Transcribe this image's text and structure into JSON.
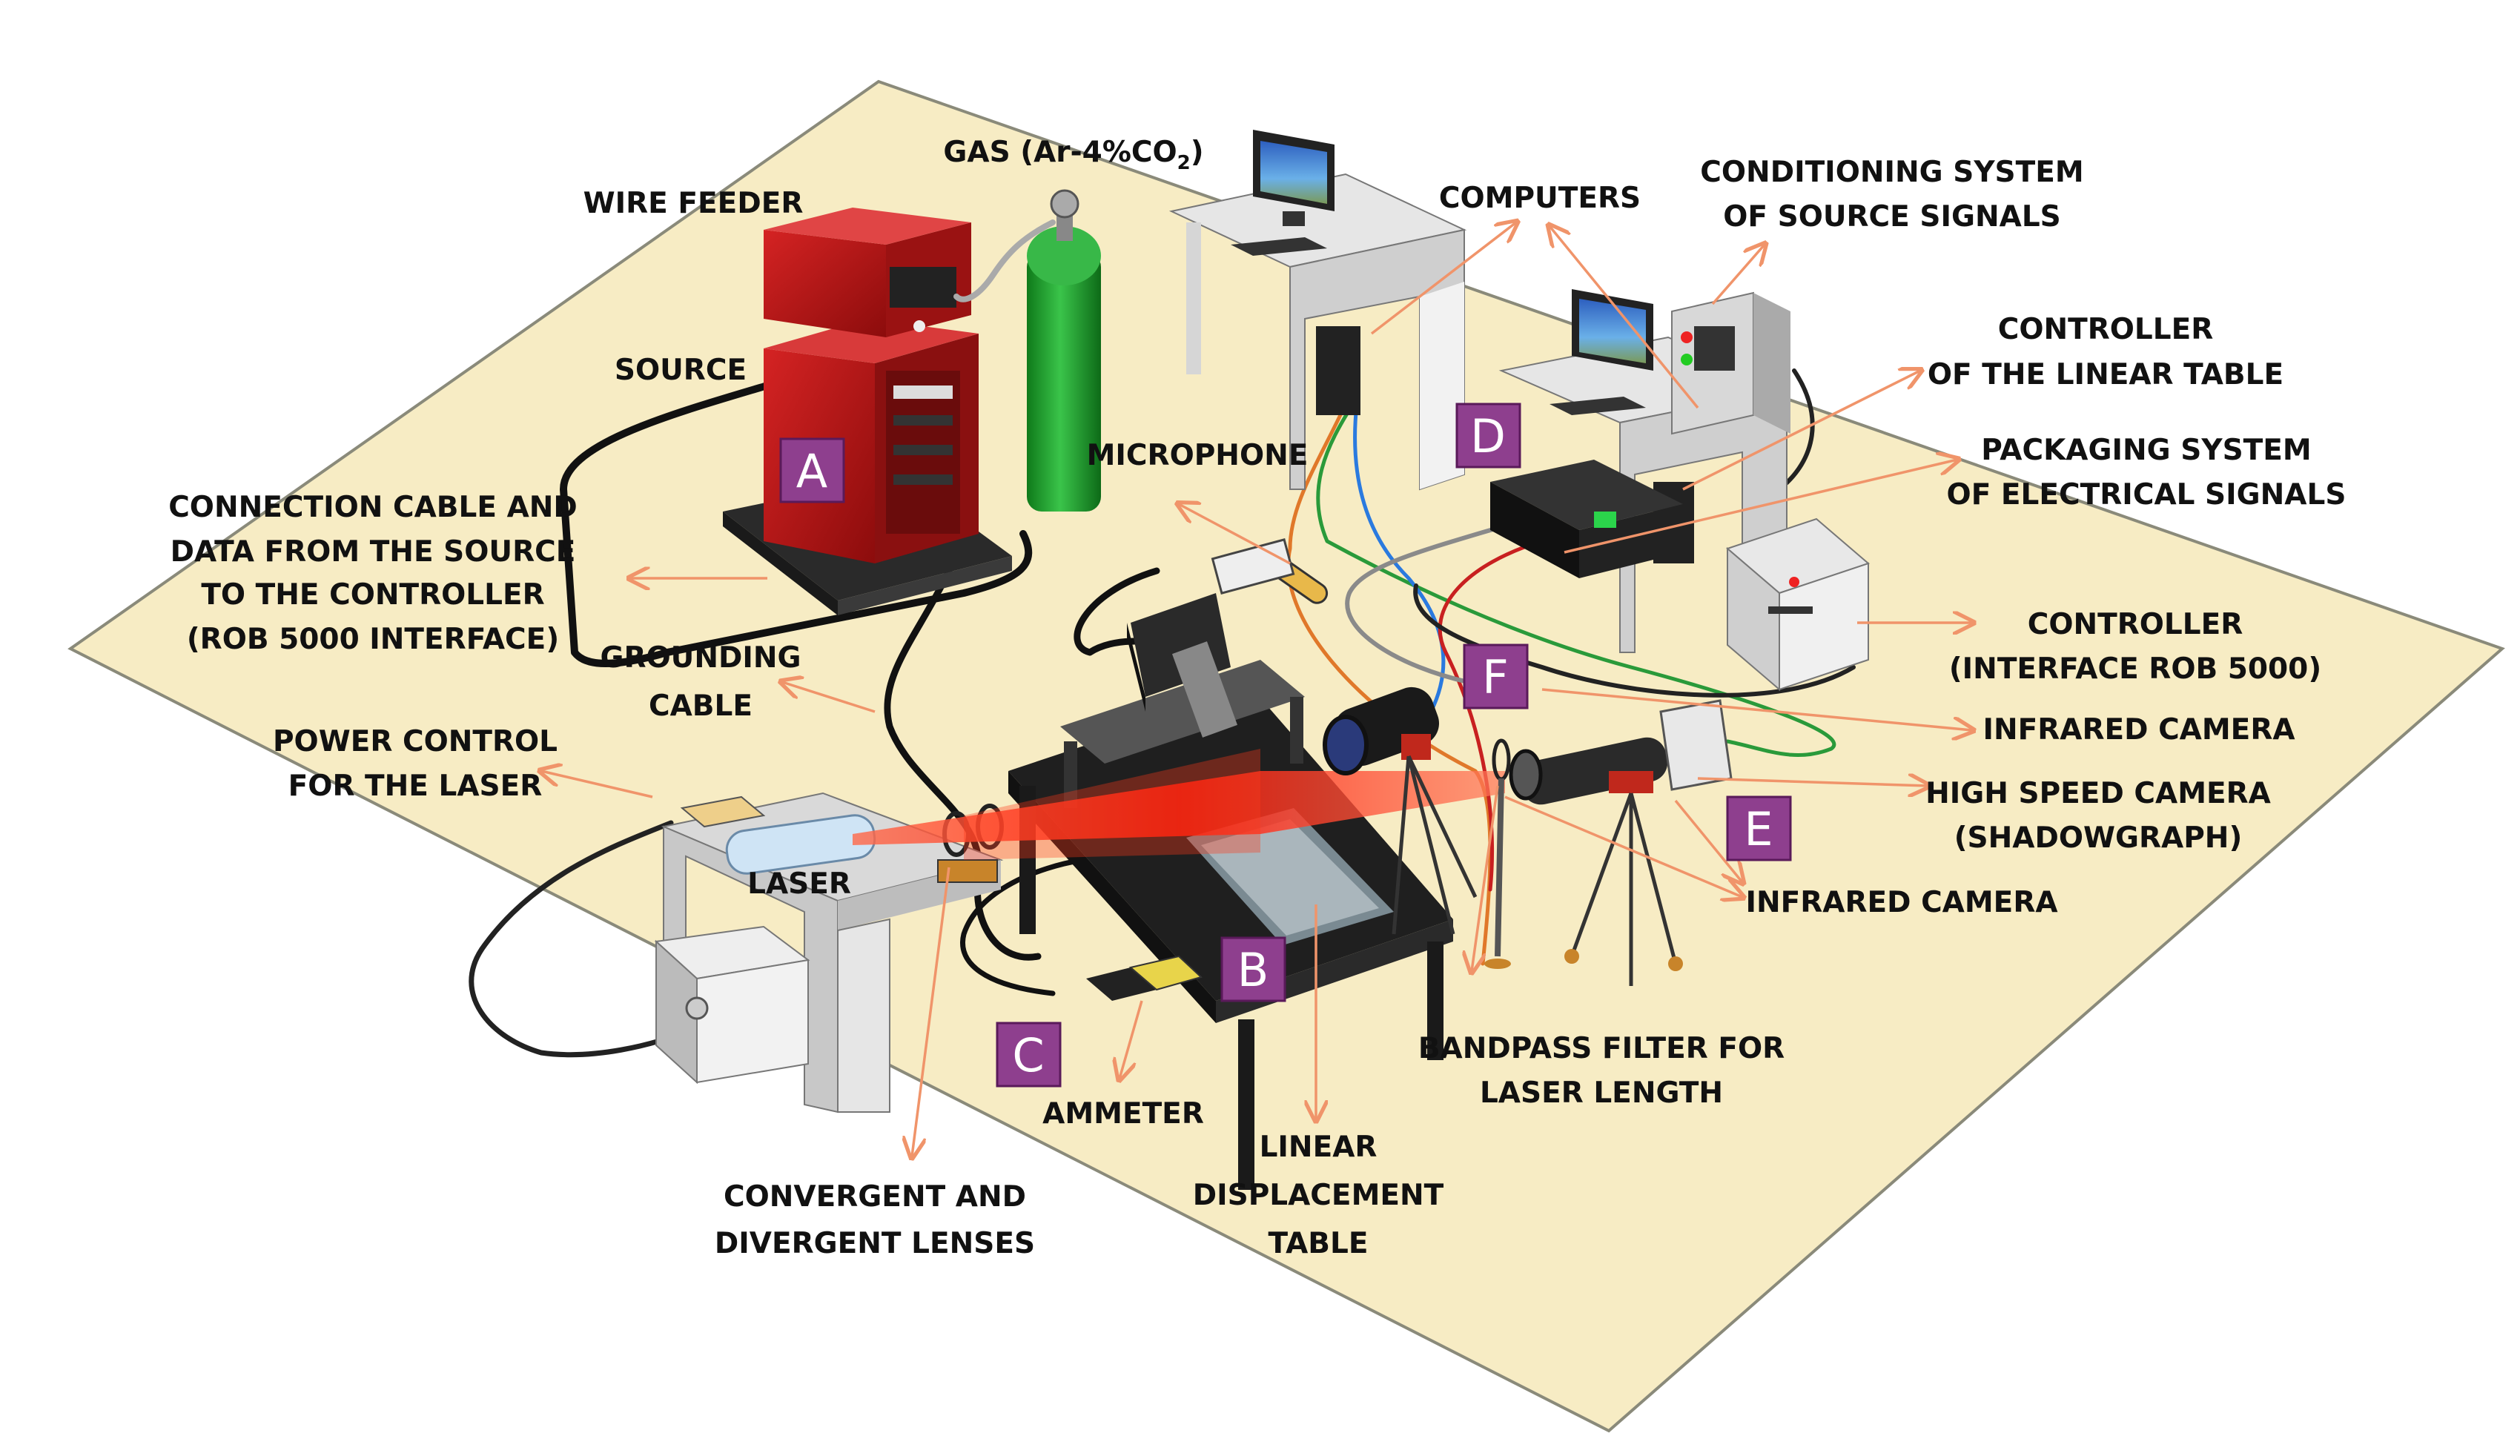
{
  "labels": {
    "gas": "GAS (Ar-4%CO",
    "gas_sub": "2",
    "gas_close": ")",
    "wire_feeder": "WIRE FEEDER",
    "source": "SOURCE",
    "computers": "COMPUTERS",
    "conditioning_1": "CONDITIONING SYSTEM",
    "conditioning_2": "OF SOURCE SIGNALS",
    "controller_linear_1": "CONTROLLER",
    "controller_linear_2": "OF THE LINEAR TABLE",
    "packaging_1": "PACKAGING SYSTEM",
    "packaging_2": "OF ELECTRICAL SIGNALS",
    "microphone": "MICROPHONE",
    "connection_1": "CONNECTION CABLE AND",
    "connection_2": "DATA FROM THE SOURCE",
    "connection_3": "TO THE CONTROLLER",
    "connection_4": "(ROB 5000 INTERFACE)",
    "grounding_1": "GROUNDING",
    "grounding_2": "CABLE",
    "power_1": "POWER CONTROL",
    "power_2": "FOR THE LASER",
    "laser": "LASER",
    "controller_rob_1": "CONTROLLER",
    "controller_rob_2": "(INTERFACE ROB 5000)",
    "infrared_top": "INFRARED CAMERA",
    "high_speed_1": "HIGH SPEED CAMERA",
    "high_speed_2": "(SHADOWGRAPH)",
    "infrared_bottom": "INFRARED CAMERA",
    "bandpass_1": "BANDPASS FILTER FOR",
    "bandpass_2": "LASER LENGTH",
    "ammeter": "AMMETER",
    "linear_1": "LINEAR",
    "linear_2": "DISPLACEMENT",
    "linear_3": "TABLE",
    "lenses_1": "CONVERGENT AND",
    "lenses_2": "DIVERGENT LENSES"
  },
  "markers": {
    "a": "A",
    "b": "B",
    "c": "C",
    "d": "D",
    "e": "E",
    "f": "F"
  },
  "colors": {
    "floor": "#f7ecc4",
    "marker": "#8e3f8e",
    "arrow": "#f0946a",
    "laser_beam": "#ff2a1a",
    "source_red": "#b71414",
    "gas_green": "#1f9a2a"
  }
}
